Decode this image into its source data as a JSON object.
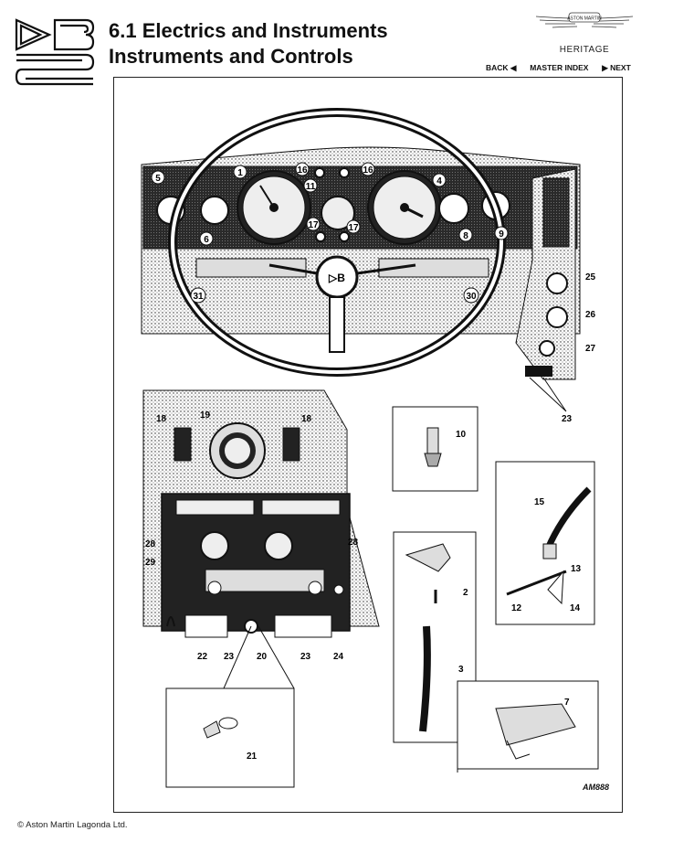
{
  "header": {
    "title_line1": "6.1 Electrics and Instruments",
    "title_line2": "Instruments and Controls",
    "brand_wings_text": "ASTON MARTIN",
    "brand_sub": "HERITAGE"
  },
  "nav": {
    "back": "BACK ◀",
    "master_index": "MASTER INDEX",
    "next": "▶ NEXT"
  },
  "figure": {
    "reference": "AM888",
    "callouts": [
      "1",
      "2",
      "3",
      "4",
      "5",
      "6",
      "7",
      "8",
      "9",
      "10",
      "11",
      "12",
      "13",
      "14",
      "15",
      "16",
      "16",
      "17",
      "17",
      "18",
      "18",
      "19",
      "20",
      "21",
      "22",
      "23",
      "23",
      "23",
      "24",
      "25",
      "26",
      "27",
      "28",
      "28",
      "29",
      "30",
      "31"
    ]
  },
  "footer": {
    "copyright": "© Aston Martin Lagonda Ltd."
  }
}
